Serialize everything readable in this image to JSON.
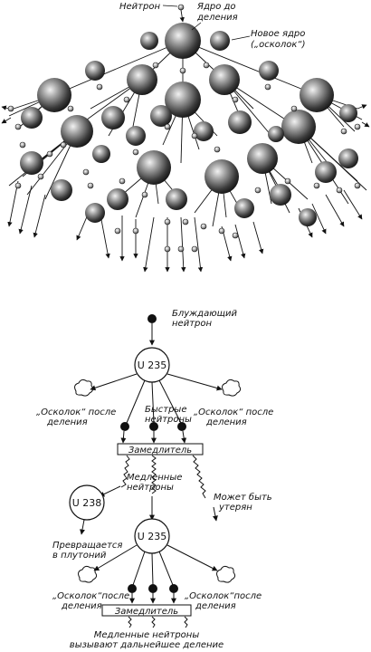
{
  "chain_reaction": {
    "labels": {
      "neutron": "Нейтрон",
      "nucleus_before_line1": "Ядро до",
      "nucleus_before_line2": "деления",
      "fragment_line1": "Новое ядро",
      "fragment_line2": "(„осколок“)"
    }
  },
  "fission_scheme": {
    "stray_neutron_line1": "Блуждающий",
    "stray_neutron_line2": "нейтрон",
    "u235_top": "U 235",
    "fragment_left_line1": "„Осколок“ после",
    "fragment_left_line2": "деления",
    "fast_neutrons_line1": "Быстрые",
    "fast_neutrons_line2": "нейтроны",
    "fragment_right_line1": "„Осколок“ после",
    "fragment_right_line2": "деления",
    "moderator_top": "Замедлитель",
    "slow_neutrons_line1": "Медленные",
    "slow_neutrons_line2": "нейтроны",
    "may_be_lost_line1": "Может быть",
    "may_be_lost_line2": "утерян",
    "u238": "U 238",
    "plutonium_line1": "Превращается",
    "plutonium_line2": "в плутоний",
    "u235_bottom": "U 235",
    "fragment_bl_line1": "„Осколок“после",
    "fragment_bl_line2": "деления",
    "fragment_br_line1": "„Осколок“после",
    "fragment_br_line2": "деления",
    "moderator_bottom": "Замедлитель",
    "further_line1": "Медленные нейтроны",
    "further_line2": "вызывают дальнейшее деление"
  }
}
